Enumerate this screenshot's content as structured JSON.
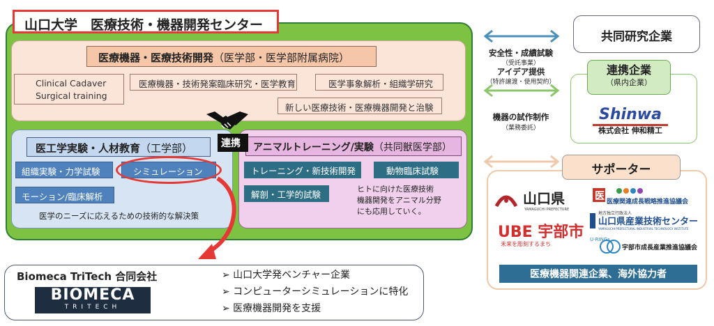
{
  "main_title": "山口大学　医療技術・機器開発センター",
  "top_section": {
    "head_bold": "医療機器・医療技術開発",
    "head_rest": "（医学部・医学部附属病院）",
    "cadaver_line1": "Clinical Cadaver",
    "cadaver_line2": "Surgical training",
    "device_research": "医療機器・技術発案臨床研究・医学教育",
    "forensic": "医学事象解析・組織学研究",
    "new_tech": "新しい医療技術・医療機器開発と治験"
  },
  "left_section": {
    "head_bold": "医工学実験・人材教育",
    "head_rest": "（工学部）",
    "exp_mech": "組織実験・力学試験",
    "simulation": "シミュレーション",
    "motion": "モーション/臨床解析",
    "needs": "医学のニーズに応えるための技術的な解決策"
  },
  "right_section": {
    "head_bold": "アニマルトレーニング/実験",
    "head_rest": "（共同獣医学部）",
    "training": "トレーニング・新技術開発",
    "clinical": "動物臨床試験",
    "dissection": "解剖・工学的試験",
    "human_dev_1": "ヒトに向けた医療技術",
    "human_dev_2": "機器開発をアニマル分野",
    "human_dev_3": "にも応用していく。"
  },
  "renkei_label": "連携",
  "biomeca": {
    "company": "Biomeca TriTech 合同会社",
    "logo_main": "BIOMECA",
    "logo_sub": "TRITECH",
    "bullets": [
      "➢  山口大学発ベンチャー企業",
      "➢  コンピューターシミュレーションに特化",
      "➢  医療機器開発を支援"
    ]
  },
  "middle": {
    "safety": "安全性・成績試験",
    "safety_sub": "（受託事業）",
    "idea": "アイデア提供",
    "idea_sub": "（特許譲渡・使用契約）",
    "prototype": "機器の試作制作",
    "prototype_sub": "（業務委託）"
  },
  "right_panel": {
    "kyodo": "共同研究企業",
    "renkei_company": "連携企業",
    "renkei_sub": "（県内企業）",
    "shinwa_logo": "Shinwa",
    "shinwa_name": "株式会社 伸和精工",
    "supporter": "サポーター",
    "yamaguchi_pref": "山口県",
    "yamaguchi_pref_en": "YAMAGUCHI PREFECTURE",
    "iryo_logo_text": "医療関連成長戦略推進協議会",
    "ube": "UBE 宇部市",
    "ube_sub": "未来を彫刻するまち",
    "industry_small": "地方独立行政法人",
    "industry_center": "山口県産業技術センター",
    "industry_en": "YAMAGUCHI PREFECTURAL INDUSTRIAL TECHNOLOGY INSTITUTE",
    "uring": "U-RINGs",
    "uring_text": "宇部市成長産業推進協議会",
    "partners": "医療機器関連企業、海外協力者"
  },
  "colors": {
    "green_panel": "#7dc242",
    "accent_red": "#e53935",
    "blue_box": "#4f81bd",
    "teal_box": "#2e6e84"
  }
}
